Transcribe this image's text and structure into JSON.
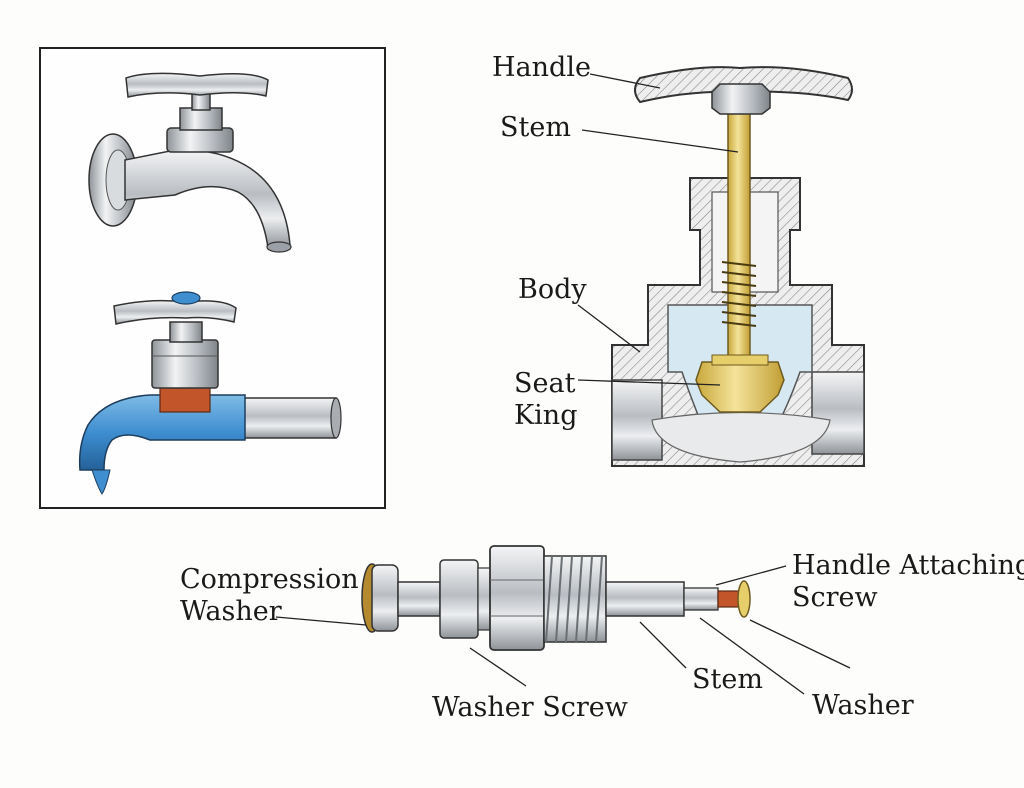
{
  "valve_cutaway": {
    "labels": {
      "handle": "Handle",
      "stem": "Stem",
      "body": "Body",
      "seat_line1": "Seat",
      "seat_line2": "King"
    }
  },
  "stem_assembly": {
    "labels": {
      "compression_washer_line1": "Compression",
      "compression_washer_line2": "Washer",
      "handle_screw_line1": "Handle Attaching",
      "handle_screw_line2": "Screw",
      "washer_screw": "Washer Screw",
      "stem": "Stem",
      "washer": "Washer"
    }
  },
  "colors": {
    "brass": "#e6cf6a",
    "chrome": "#c9ccd0",
    "blue_body": "#3e8ed0",
    "water": "#d6e8f2",
    "copper": "#c2552a"
  }
}
